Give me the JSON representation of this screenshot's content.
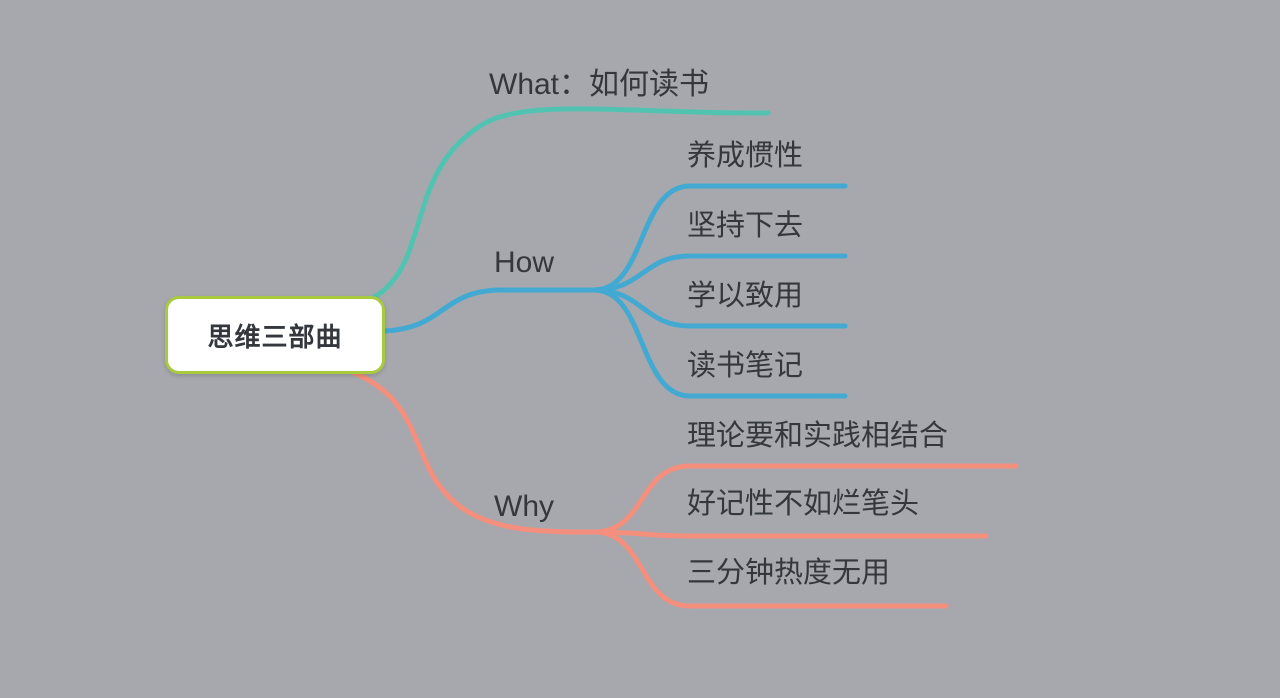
{
  "colors": {
    "background": "#a6a8ae",
    "teal": "#53c3b1",
    "blue": "#42aad2",
    "salmon": "#f48f7d",
    "root_border": "#a9c93f",
    "root_bg": "#ffffff",
    "text": "#34373c"
  },
  "mindmap": {
    "root_label": "思维三部曲",
    "branches": [
      {
        "label": "What：如何读书",
        "children": []
      },
      {
        "label": "How",
        "children": [
          "养成惯性",
          "坚持下去",
          "学以致用",
          "读书笔记"
        ]
      },
      {
        "label": "Why",
        "children": [
          "理论要和实践相结合",
          "好记性不如烂笔头",
          "三分钟热度无用"
        ]
      }
    ]
  }
}
